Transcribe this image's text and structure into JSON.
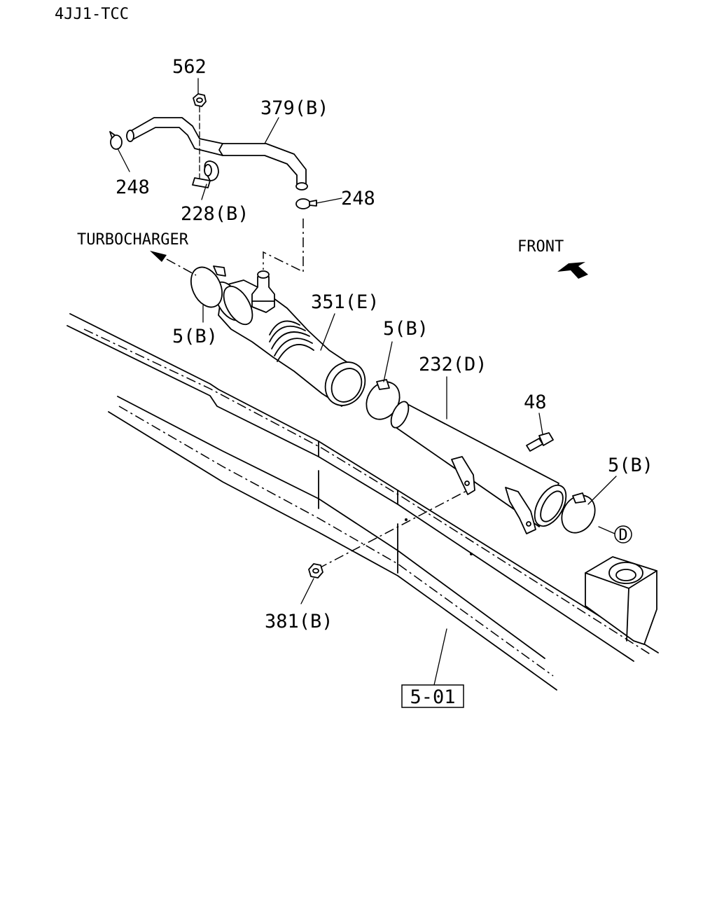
{
  "engine_code": "4JJ1-TCC",
  "direction_labels": {
    "turbocharger": "TURBOCHARGER",
    "front": "FRONT"
  },
  "callouts": {
    "p562": "562",
    "p379b": "379(B)",
    "p248_left": "248",
    "p248_right": "248",
    "p228b": "228(B)",
    "p5b_left": "5(B)",
    "p351e": "351(E)",
    "p5b_mid": "5(B)",
    "p232d": "232(D)",
    "p48": "48",
    "p5b_right": "5(B)",
    "pD": "D",
    "p381b": "381(B)",
    "ref_501": "5-01"
  }
}
